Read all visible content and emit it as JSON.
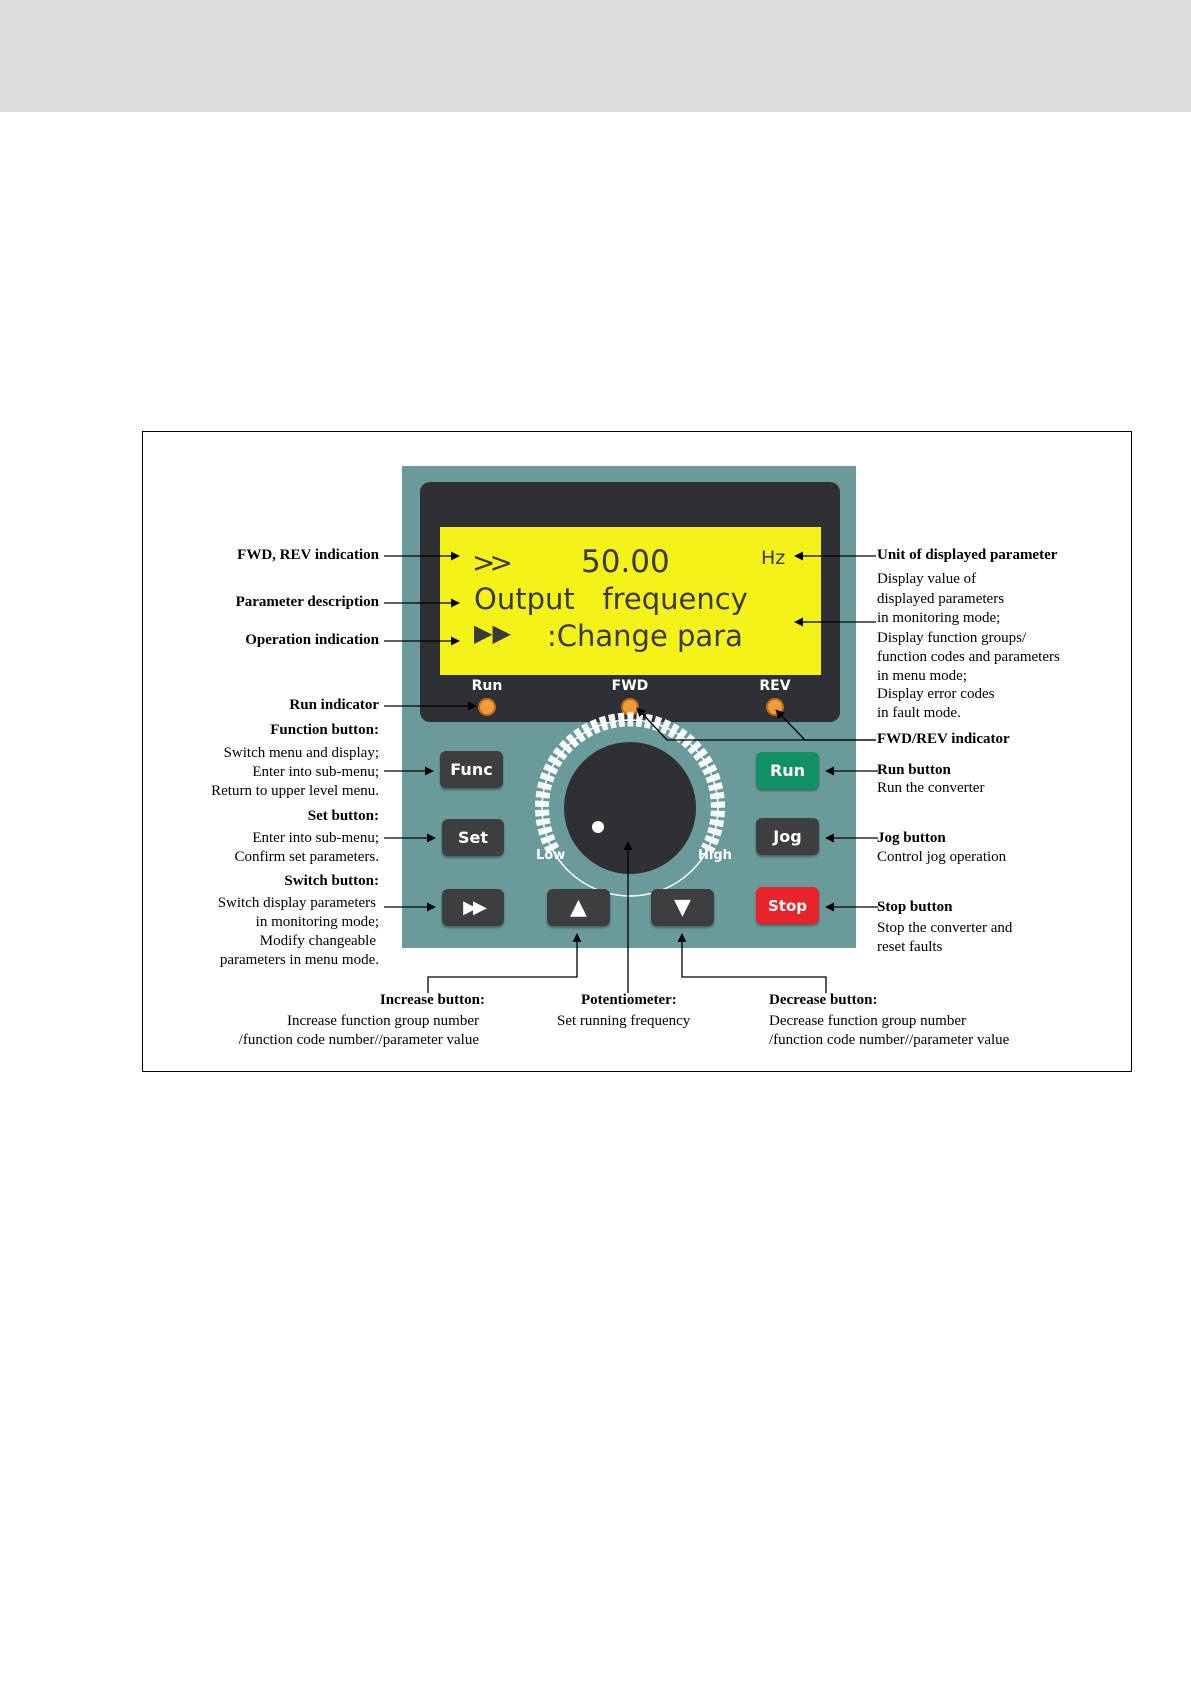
{
  "lcd": {
    "dir_symbol": ">>",
    "value": "50.00",
    "unit": "Hz",
    "line2": "Output   frequency",
    "line3": ":Change para"
  },
  "indicators": {
    "run": "Run",
    "fwd": "FWD",
    "rev": "REV"
  },
  "keys": {
    "func": "Func",
    "set": "Set",
    "run": "Run",
    "jog": "Jog",
    "stop": "Stop"
  },
  "knob": {
    "low": "Low",
    "high": "High"
  },
  "colors": {
    "panel": "#6a9a9a",
    "lcd": "#f5f21a",
    "run_key": "#119064",
    "stop_key": "#e8232a",
    "led": "#f29a38"
  },
  "annotations": {
    "fwd_rev_indication": "FWD, REV indication",
    "parameter_description": "Parameter description",
    "operation_indication": "Operation indication",
    "run_indicator": "Run indicator",
    "function_button": {
      "title": "Function button:",
      "lines": [
        "Switch menu and display;",
        "Enter into sub-menu;",
        "Return to upper level menu."
      ]
    },
    "set_button": {
      "title": "Set button:",
      "lines": [
        "Enter into sub-menu;",
        "Confirm set parameters."
      ]
    },
    "switch_button": {
      "title": "Switch button:",
      "lines": [
        "Switch display parameters",
        "in monitoring mode;",
        "Modify changeable",
        "parameters in menu mode."
      ]
    },
    "unit_of_displayed_parameter": "Unit of displayed parameter",
    "display_value": {
      "lines": [
        "Display value of",
        "displayed parameters",
        "in monitoring mode;",
        "Display function groups/",
        "function codes and parameters",
        "in menu mode;",
        "Display error codes",
        "in fault mode."
      ]
    },
    "fwd_rev_indicator": "FWD/REV indicator",
    "run_button": {
      "title": "Run button",
      "desc": "Run the converter"
    },
    "jog_button": {
      "title": "Jog button",
      "desc": "Control jog operation"
    },
    "stop_button": {
      "title": "Stop button",
      "lines": [
        "Stop the converter and",
        "reset faults"
      ]
    },
    "increase_button": {
      "title": "Increase button:",
      "lines": [
        "Increase function group number",
        "/function code number//parameter value"
      ]
    },
    "potentiometer": {
      "title": "Potentiometer:",
      "desc": "Set running frequency"
    },
    "decrease_button": {
      "title": "Decrease button:",
      "lines": [
        "Decrease function group number",
        "/function code number//parameter value"
      ]
    }
  }
}
